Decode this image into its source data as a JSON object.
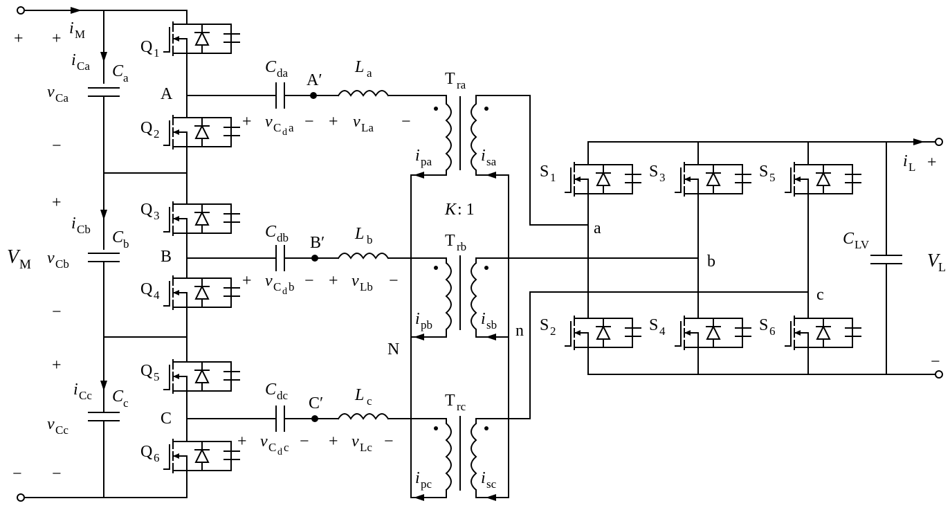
{
  "labels": {
    "iM_i": "i",
    "iM_s": "M",
    "plus_in_a": "+",
    "plus_top": "+",
    "minus_a": "−",
    "plus_b": "+",
    "minus_b": "−",
    "plus_c": "+",
    "minus_in": "−",
    "minus_c": "−",
    "iCa_i": "i",
    "iCa_s": "Ca",
    "Ca_b": "C",
    "Ca_s": "a",
    "vCa_v": "v",
    "vCa_s": "Ca",
    "iCb_i": "i",
    "iCb_s": "Cb",
    "Cb_b": "C",
    "Cb_s": "b",
    "VM_b": "V",
    "VM_s": "M",
    "vCb_v": "v",
    "vCb_s": "Cb",
    "iCc_i": "i",
    "iCc_s": "Cc",
    "Cc_b": "C",
    "Cc_s": "c",
    "vCc_v": "v",
    "vCc_s": "Cc",
    "Q1_b": "Q",
    "Q1_s": "1",
    "Q2_b": "Q",
    "Q2_s": "2",
    "Q3_b": "Q",
    "Q3_s": "3",
    "Q4_b": "Q",
    "Q4_s": "4",
    "Q5_b": "Q",
    "Q5_s": "5",
    "Q6_b": "Q",
    "Q6_s": "6",
    "nodeA": "A",
    "nodeB": "B",
    "nodeC": "C",
    "Cda_b": "C",
    "Cda_s": "da",
    "Cdb_b": "C",
    "Cdb_s": "db",
    "Cdc_b": "C",
    "Cdc_s": "dc",
    "Ap": "A′",
    "Bp": "B′",
    "Cp": "C′",
    "La_b": "L",
    "La_s": "a",
    "Lb_b": "L",
    "Lb_s": "b",
    "Lc_b": "L",
    "Lc_s": "c",
    "vCda_plus": "+",
    "vCda_v": "v",
    "vCda_C": "C",
    "vCda_d": "d",
    "vCda_a": "a",
    "vCda_minus": "−",
    "vCdb_plus": "+",
    "vCdb_v": "v",
    "vCdb_C": "C",
    "vCdb_d": "d",
    "vCdb_a": "b",
    "vCdb_minus": "−",
    "vCdc_plus": "+",
    "vCdc_v": "v",
    "vCdc_C": "C",
    "vCdc_d": "d",
    "vCdc_a": "c",
    "vCdc_minus": "−",
    "vLa_plus": "+",
    "vLa_v": "v",
    "vLa_s": "La",
    "vLa_minus": "−",
    "vLb_plus": "+",
    "vLb_v": "v",
    "vLb_s": "Lb",
    "vLb_minus": "−",
    "vLc_plus": "+",
    "vLc_v": "v",
    "vLc_s": "Lc",
    "vLc_minus": "−",
    "Tra_b": "T",
    "Tra_s": "ra",
    "Trb_b": "T",
    "Trb_s": "rb",
    "Trc_b": "T",
    "Trc_s": "rc",
    "ipa_i": "i",
    "ipa_s": "pa",
    "isa_i": "i",
    "isa_s": "sa",
    "ipb_i": "i",
    "ipb_s": "pb",
    "isb_i": "i",
    "isb_s": "sb",
    "ipc_i": "i",
    "ipc_s": "pc",
    "isc_i": "i",
    "isc_s": "sc",
    "ratio_K": "K",
    "ratio_rest": ": 1",
    "nodeN": "N",
    "noden": "n",
    "nodea": "a",
    "nodeb": "b",
    "nodec": "c",
    "S1_b": "S",
    "S1_s": "1",
    "S2_b": "S",
    "S2_s": "2",
    "S3_b": "S",
    "S3_s": "3",
    "S4_b": "S",
    "S4_s": "4",
    "S5_b": "S",
    "S5_s": "5",
    "S6_b": "S",
    "S6_s": "6",
    "CLV_b": "C",
    "CLV_s": "LV",
    "VL_b": "V",
    "VL_s": "L",
    "iL_i": "i",
    "iL_s": "L",
    "plus_out": "+",
    "minus_out": "−"
  }
}
